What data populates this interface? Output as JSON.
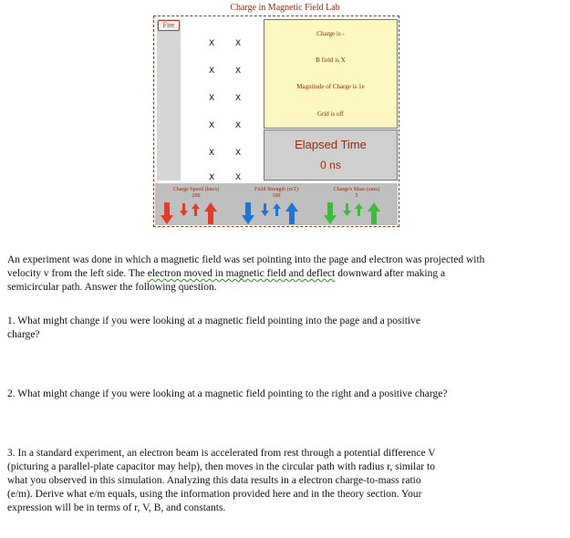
{
  "lab": {
    "title": "Charge in Magnetic Field Lab",
    "fire_label": "Fire",
    "field_symbol": "X",
    "info": {
      "charge": "Charge is -",
      "bfield": "B field is X",
      "magnitude": "Magnitude of Charge is 1e",
      "grid": "Grid is off"
    },
    "elapsed": {
      "label": "Elapsed Time",
      "value": "0 ns"
    },
    "controls": [
      {
        "label": "Charge Speed (km/s)",
        "value": "200"
      },
      {
        "label": "Field Strength (mT)",
        "value": "100"
      },
      {
        "label": "Charge's Mass (amu)",
        "value": "5"
      }
    ],
    "colors": {
      "speed": "#e23b2a",
      "field": "#1f74d6",
      "mass": "#3dbb3d"
    }
  },
  "text": {
    "intro_1": "An experiment was done in which a magnetic field was set pointing into the page and electron was projected with",
    "intro_2a": "velocity v from the left side. The ",
    "intro_2b": "electron moved in magnetic field and deflect",
    "intro_2c": " downward after making a",
    "intro_3": "semicircular path. Answer the following question.",
    "q1_a": "1. What might change if you were looking at a magnetic field pointing into the page and a positive",
    "q1_b": "charge?",
    "q2": "2. What might change if you were looking at a magnetic field pointing to the right and a positive charge?",
    "q3_1": "3. In a standard experiment, an electron beam is accelerated from rest through a potential difference V",
    "q3_2": "(picturing a parallel-plate capacitor may help), then moves in the circular path with radius r, similar to",
    "q3_3": "what you observed in this simulation. Analyzing this data results in a electron charge-to-mass ratio",
    "q3_4": "(e/m). Derive what e/m equals, using the information provided here and in the theory section.  Your",
    "q3_5": "expression will be in terms of r, V, B, and constants."
  }
}
